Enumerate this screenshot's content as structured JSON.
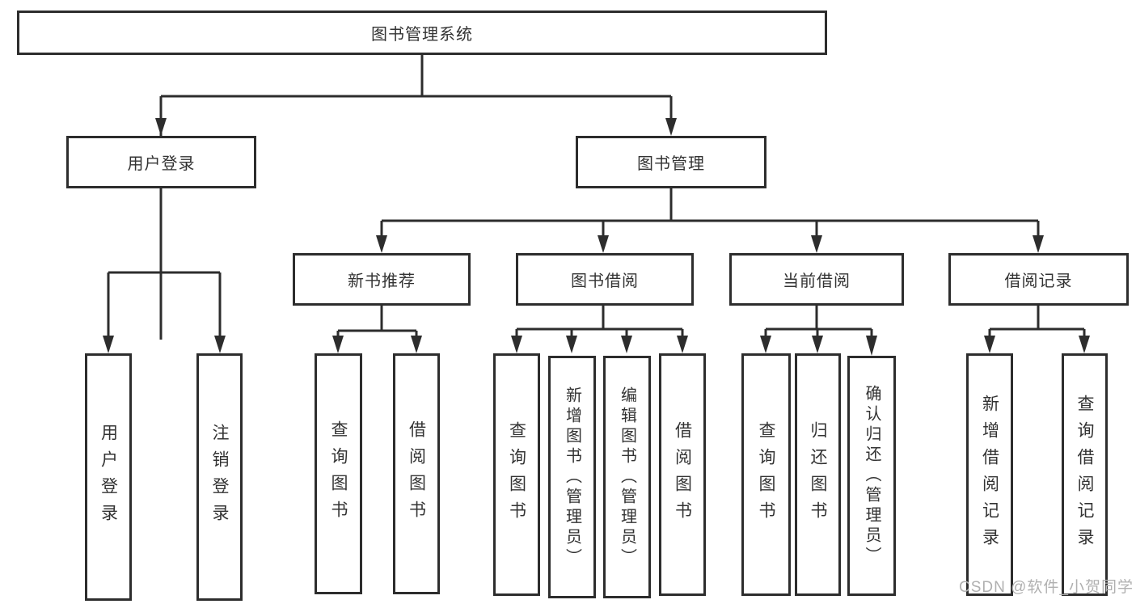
{
  "tree": {
    "root": "图书管理系统",
    "branches": [
      {
        "label": "用户登录",
        "children": [
          "用户登录",
          "注销登录"
        ]
      },
      {
        "label": "图书管理",
        "groups": [
          {
            "label": "新书推荐",
            "children": [
              "查询图书",
              "借阅图书"
            ]
          },
          {
            "label": "图书借阅",
            "children": [
              "查询图书",
              "新增图书（管理员）",
              "编辑图书（管理员）",
              "借阅图书"
            ]
          },
          {
            "label": "当前借阅",
            "children": [
              "查询图书",
              "归还图书",
              "确认归还（管理员）"
            ]
          },
          {
            "label": "借阅记录",
            "children": [
              "新增借阅记录",
              "查询借阅记录"
            ]
          }
        ]
      }
    ]
  },
  "watermark": "CSDN @软件_小贺同学",
  "colors": {
    "line": "#2d2d2d",
    "text": "#333333",
    "watermark": "#b0b0b0",
    "background": "#ffffff"
  }
}
